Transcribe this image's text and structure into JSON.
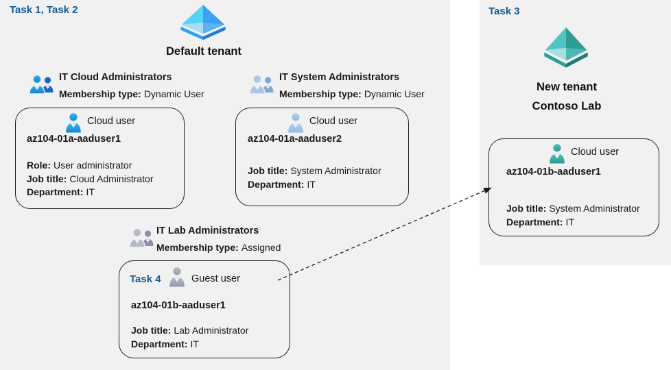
{
  "colors": {
    "background_panel": "#f1f1f1",
    "task_blue": "#125a94",
    "text": "#1a1a1a",
    "tenant_icon_blue": "#3ba1f3",
    "tenant_icon_teal": "#2e9c97",
    "person_cyan": "#29a9e2",
    "person_paleblue": "#aac7e8",
    "person_gray": "#a6abbd",
    "person_teal": "#3aa9a6"
  },
  "left": {
    "task_label": "Task 1, Task 2",
    "tenant_name": "Default tenant",
    "tenant_icon": "entra-tenant-icon-blue",
    "groups": [
      {
        "title": "IT Cloud Administrators",
        "icon": "group-users-icon-blue",
        "membership_label": "Membership type:",
        "membership_value": "Dynamic User",
        "card": {
          "user_icon": "person-icon-cyan",
          "user_type": "Cloud user",
          "username": "az104-01a-aaduser1",
          "fields": [
            {
              "label": "Role:",
              "value": "User administrator"
            },
            {
              "label": "Job title:",
              "value": "Cloud Administrator"
            },
            {
              "label": "Department:",
              "value": "IT"
            }
          ]
        }
      },
      {
        "title": "IT System Administrators",
        "icon": "group-users-icon-paleblue",
        "membership_label": "Membership type:",
        "membership_value": "Dynamic User",
        "card": {
          "user_icon": "person-icon-paleblue",
          "user_type": "Cloud user",
          "username": "az104-01a-aaduser2",
          "fields": [
            {
              "label": "Job title:",
              "value": "System Administrator"
            },
            {
              "label": "Department:",
              "value": "IT"
            }
          ]
        }
      },
      {
        "title": "IT Lab Administrators",
        "icon": "group-users-icon-gray",
        "membership_label": "Membership type:",
        "membership_value": "Assigned",
        "card": {
          "task_label": "Task 4",
          "user_icon": "person-icon-gray",
          "user_type": "Guest user",
          "username": "az104-01b-aaduser1",
          "fields": [
            {
              "label": "Job title:",
              "value": "Lab Administrator"
            },
            {
              "label": "Department:",
              "value": "IT"
            }
          ]
        }
      }
    ]
  },
  "right": {
    "task_label": "Task 3",
    "tenant_icon": "entra-tenant-icon-teal",
    "tenant_name_line1": "New tenant",
    "tenant_name_line2": "Contoso Lab",
    "card": {
      "user_icon": "person-icon-teal",
      "user_type": "Cloud user",
      "username": "az104-01b-aaduser1",
      "fields": [
        {
          "label": "Job title:",
          "value": "System Administrator"
        },
        {
          "label": "Department:",
          "value": "IT"
        }
      ]
    }
  },
  "arrow": {
    "from": "guest-user-card",
    "to": "new-tenant-cloud-user-card",
    "style": "dashed"
  }
}
